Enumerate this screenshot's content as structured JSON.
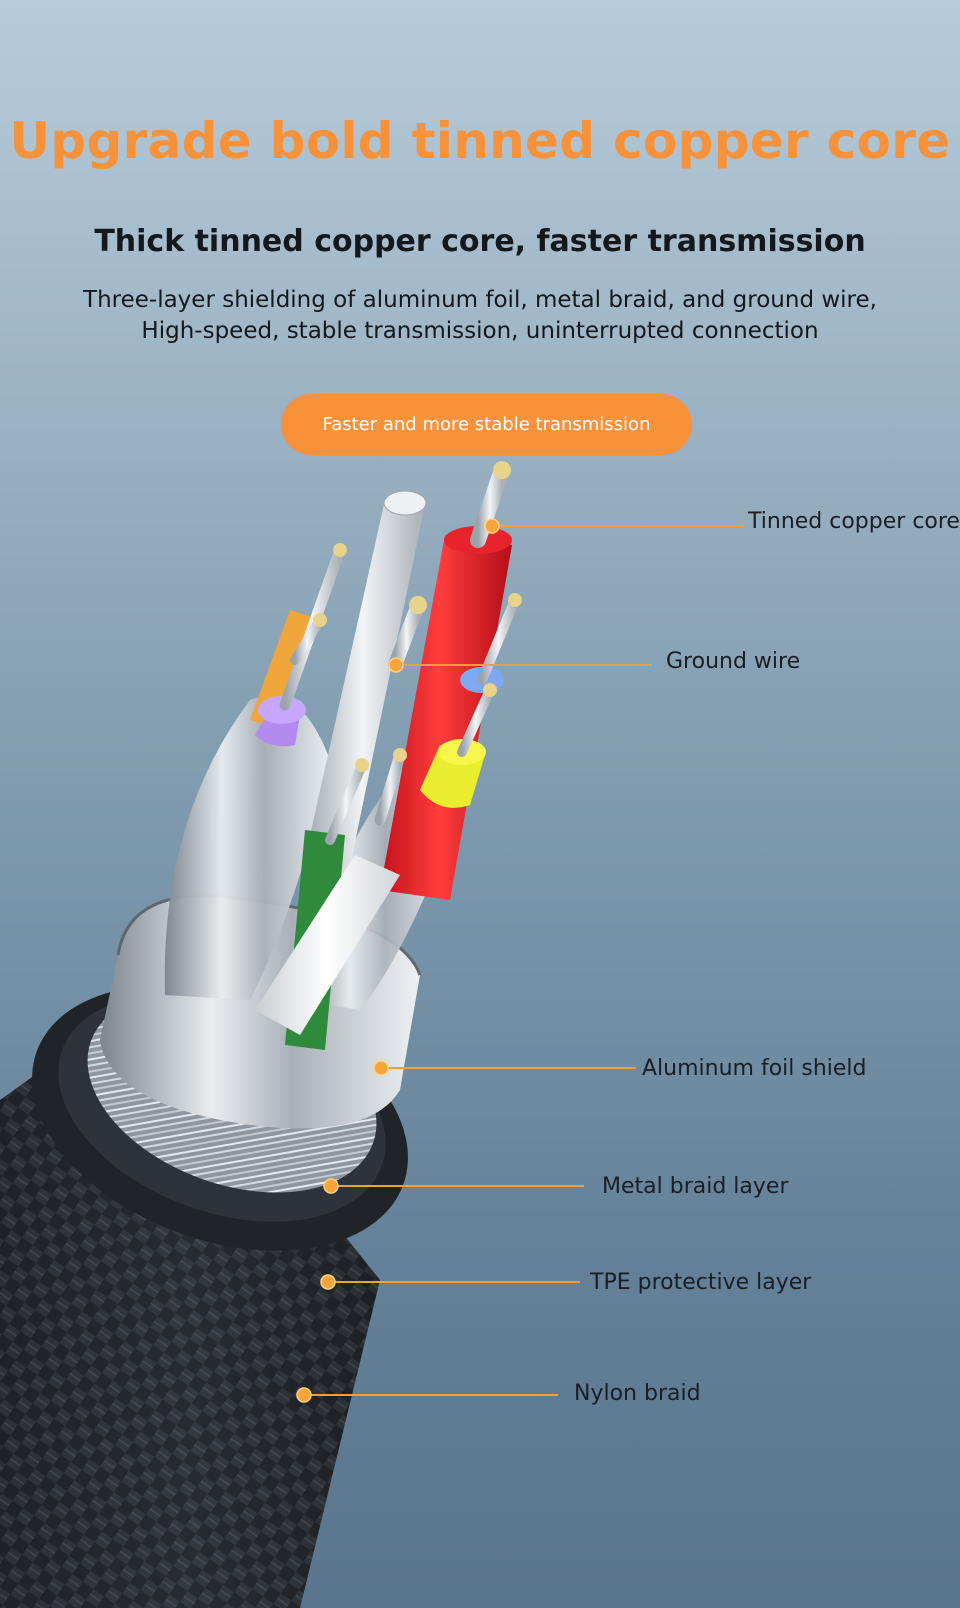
{
  "header": {
    "title": "Upgrade bold tinned copper core",
    "subtitle": "Thick tinned copper core, faster transmission",
    "description_line1": "Three-layer shielding of aluminum foil, metal braid, and ground wire,",
    "description_line2": "High-speed, stable transmission, uninterrupted connection"
  },
  "badge": {
    "label": "Faster and more stable transmission"
  },
  "callouts": [
    {
      "label": "Tinned copper core"
    },
    {
      "label": "Ground wire"
    },
    {
      "label": "Aluminum foil shield"
    },
    {
      "label": "Metal braid layer"
    },
    {
      "label": "TPE protective layer"
    },
    {
      "label": "Nylon braid"
    }
  ],
  "colors": {
    "accent": "#f7913a",
    "text_dark": "#14171c",
    "leader_line": "#f2a03c"
  }
}
